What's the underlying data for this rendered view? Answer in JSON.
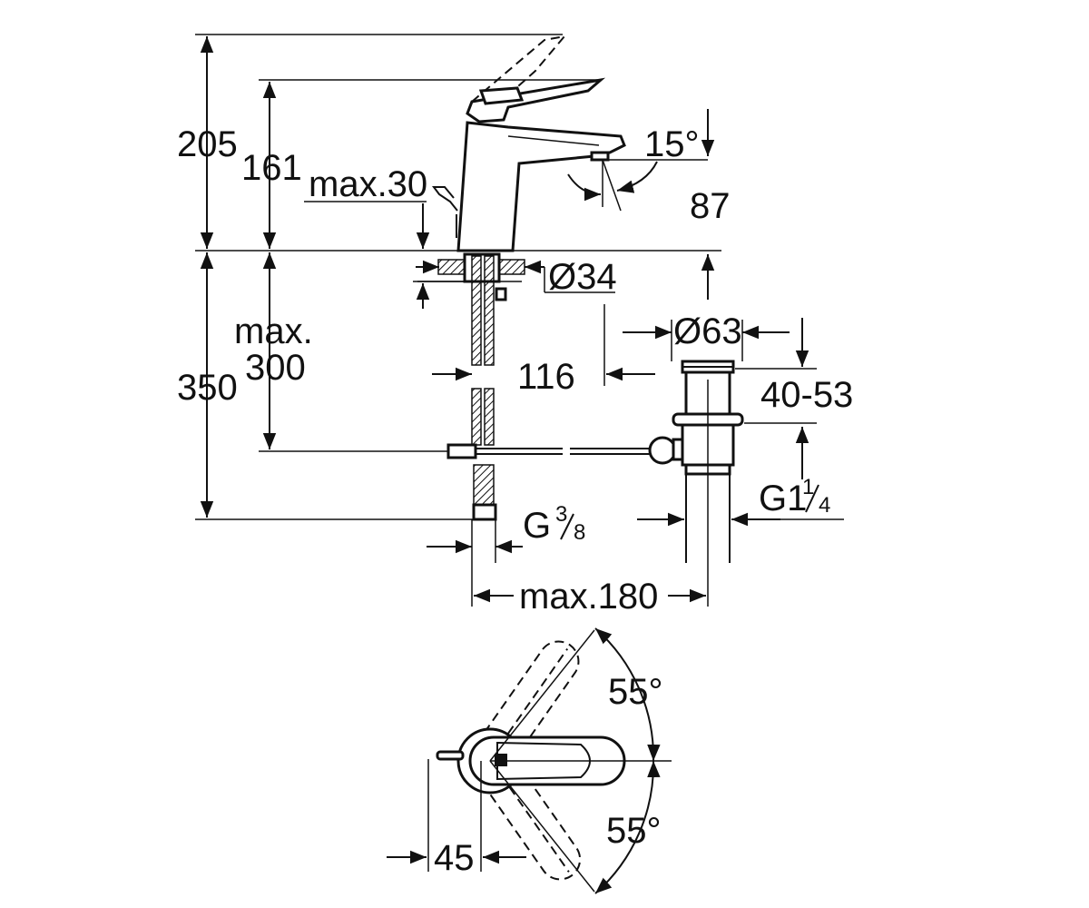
{
  "dimensions": {
    "d205": "205",
    "d161": "161",
    "max30": "max.30",
    "angle15": "15°",
    "d87": "87",
    "dia34": "Ø34",
    "max_label": "max.",
    "d300": "300",
    "d350": "350",
    "d116": "116",
    "dia63": "Ø63",
    "d40_53": "40-53",
    "g1_main": "G1",
    "g1_num": "1",
    "g1_den": "4",
    "g38_main": "G",
    "g38_num": "3",
    "g38_den": "8",
    "max180": "max.180",
    "angle55_top": "55°",
    "angle55_bottom": "55°",
    "d45": "45"
  },
  "colors": {
    "line": "#111111",
    "background": "#ffffff"
  }
}
